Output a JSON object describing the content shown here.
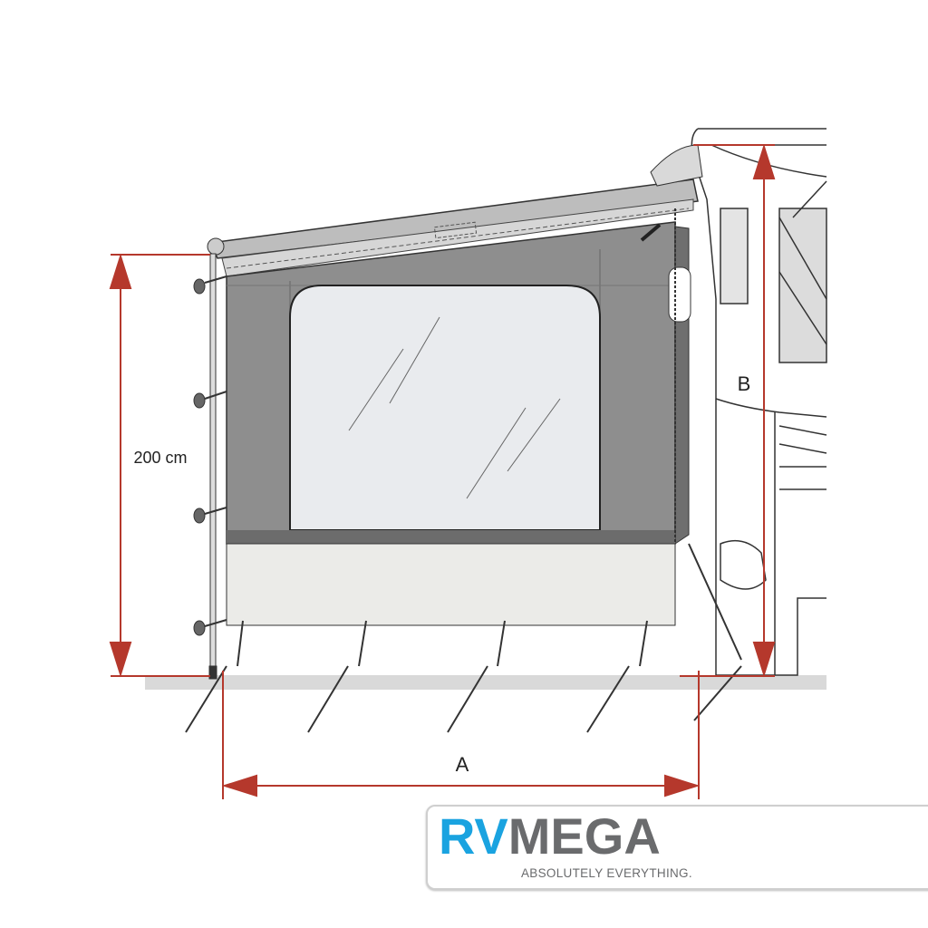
{
  "dimensions": {
    "height_label": "200 cm",
    "width_label": "A",
    "vehicle_height_label": "B"
  },
  "logo": {
    "brand_part1": "RV",
    "brand_part2": "MEGA",
    "tagline": "ABSOLUTELY EVERYTHING."
  },
  "colors": {
    "dimension_red": "#b5382c",
    "panel_grey": "#8e8e8e",
    "window": "#e9ebee",
    "brand_blue": "#1aa3e0",
    "brand_grey": "#6a6b6d"
  }
}
